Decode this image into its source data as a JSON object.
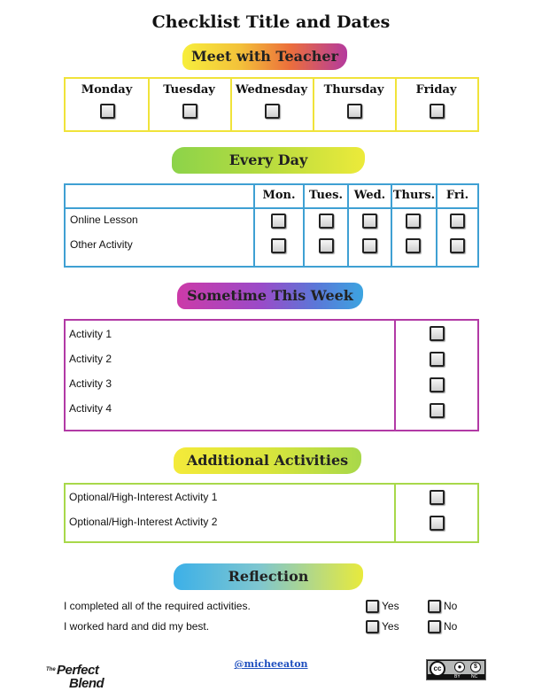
{
  "title": "Checklist Title and Dates",
  "sections": {
    "meet": {
      "heading": "Meet with Teacher",
      "days": [
        "Monday",
        "Tuesday",
        "Wednesday",
        "Thursday",
        "Friday"
      ]
    },
    "everyday": {
      "heading": "Every Day",
      "days": [
        "Mon.",
        "Tues.",
        "Wed.",
        "Thurs.",
        "Fri."
      ],
      "rows": [
        "Online Lesson",
        "Other Activity"
      ]
    },
    "sometime": {
      "heading": "Sometime This Week",
      "rows": [
        "Activity 1",
        "Activity 2",
        "Activity 3",
        "Activity 4"
      ]
    },
    "additional": {
      "heading": "Additional Activities",
      "rows": [
        "Optional/High-Interest Activity 1",
        "Optional/High-Interest Activity 2"
      ]
    },
    "reflection": {
      "heading": "Reflection",
      "rows": [
        "I completed all of the required activities.",
        "I worked hard and did my best."
      ],
      "yes": "Yes",
      "no": "No"
    }
  },
  "footer": {
    "logo_small": "The",
    "logo_line1": "Perfect",
    "logo_line2": "Blend",
    "handle": "@micheeaton",
    "cc_badge": "cc",
    "cc_by": "BY",
    "cc_nc": "NC"
  },
  "colors": {
    "yellow": "#f4e93a",
    "blue": "#3fa0d3",
    "purple": "#b23aa5",
    "green": "#a8d84a"
  }
}
